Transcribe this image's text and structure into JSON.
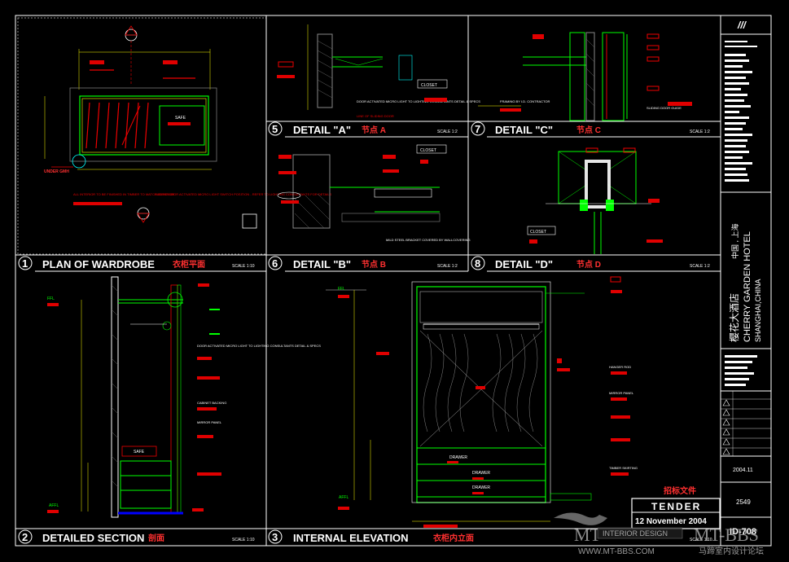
{
  "panels": [
    {
      "num": "1",
      "title": "PLAN OF WARDROBE",
      "title_cn": "衣柜平面",
      "scale": "SCALE 1:10"
    },
    {
      "num": "2",
      "title": "DETAILED SECTION",
      "title_cn": "剖面",
      "scale": "SCALE 1:10"
    },
    {
      "num": "3",
      "title": "INTERNAL ELEVATION",
      "title_cn": "衣柜内立面",
      "scale": "SCALE 1:10"
    },
    {
      "num": "5",
      "title": "DETAIL \"A\"",
      "title_cn": "节点 A",
      "scale": "SCALE 1:2"
    },
    {
      "num": "6",
      "title": "DETAIL \"B\"",
      "title_cn": "节点 B",
      "scale": "SCALE 1:2"
    },
    {
      "num": "7",
      "title": "DETAIL \"C\"",
      "title_cn": "节点 C",
      "scale": "SCALE 1:2"
    },
    {
      "num": "8",
      "title": "DETAIL \"D\"",
      "title_cn": "节点 D",
      "scale": "SCALE 1:2"
    }
  ],
  "annotations": {
    "closet_a": "CLOSET",
    "closet_b": "CLOSET",
    "closet_d": "CLOSET",
    "safe_plan": "SAFE",
    "safe_section": "SAFE",
    "ffl": "FFL",
    "affl": "AFFL",
    "drawer_1": "DRAWER",
    "drawer_2": "DRAWER",
    "drawer_3": "DRAWER",
    "cabinet_backing": "CABINET BACKING",
    "mirror_panel": "MIRROR PANEL",
    "hanger_rod": "HANGER ROD",
    "timber_skirting": "TIMBER SKIRTING",
    "door_activated_micro": "DOOR ACTIVATED MICRO LIGHT TO LIGHTING CONSULTANTS DETAIL & SPECS",
    "line_sliding_door": "LINE OF SLIDING DOOR",
    "framing_by_contractor": "FRAMING BY I.D. CONTRACTOR",
    "sliding_door_guide": "SLIDING DOOR GUIDE",
    "mild_steel_bracket": "MILD STEEL BRACKET COVERED BY WALLCOVERING",
    "plan_note_1": "ALL INTERIOR TO BE FINISHED IN TIMBER TO MATCH EXTERIOR",
    "plan_note_2": "SLIDING DOOR ACTIVATED MICRO LIGHT SWITCH POSITION - REFER TO LIGHTING CONSULTANTS FOR DETAILS",
    "under_gmh": "UNDER GMH",
    "tender_mark": "招标文件"
  },
  "title_block": {
    "project_cn": "樱花大酒店",
    "location_cn": "中国 , 上海",
    "project_en": "CHERRY GARDEN HOTEL",
    "location_en": "SHANGHAI,CHINA",
    "date": "2004.11",
    "job_no": "2549",
    "drawing_no": "ID-708",
    "logo_mark": "///"
  },
  "stamp": {
    "status": "TENDER",
    "date": "12 November 2004"
  },
  "watermark": {
    "brand_left": "MT",
    "brand_right": "MT-BBS",
    "tagline": "INTERIOR DESIGN",
    "url": "WWW.MT-BBS.COM",
    "forum_cn": "马蹄室内设计论坛"
  }
}
